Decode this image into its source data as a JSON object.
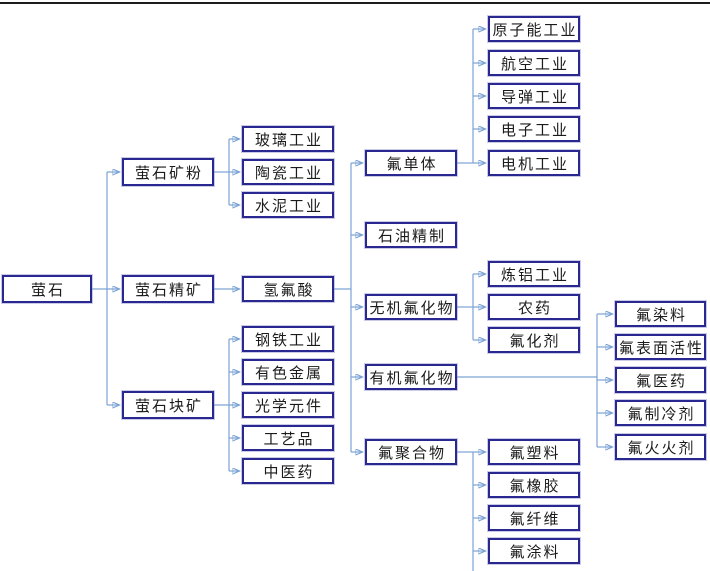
{
  "diagram_title": "fluorite-industry-chain-flowchart",
  "colors": {
    "box_border": "#282890",
    "connector_line": "#7ba3d4",
    "arrowhead": "#4f86c6",
    "top_rule": "#1c1c1c",
    "background": "#ffffff",
    "text": "#1b1b1b"
  },
  "tree": {
    "root": {
      "label": "萤石"
    },
    "branches": [
      {
        "label": "萤石矿粉",
        "children": [
          {
            "label": "玻璃工业"
          },
          {
            "label": "陶瓷工业"
          },
          {
            "label": "水泥工业"
          }
        ]
      },
      {
        "label": "萤石精矿",
        "children": [
          {
            "label": "氢氟酸",
            "children": [
              {
                "label": "氟单体",
                "children": [
                  {
                    "label": "原子能工业"
                  },
                  {
                    "label": "航空工业"
                  },
                  {
                    "label": "导弹工业"
                  },
                  {
                    "label": "电子工业"
                  },
                  {
                    "label": "电机工业"
                  }
                ]
              },
              {
                "label": "石油精制"
              },
              {
                "label": "无机氟化物",
                "children": [
                  {
                    "label": "炼铝工业"
                  },
                  {
                    "label": "农药"
                  },
                  {
                    "label": "氟化剂"
                  }
                ]
              },
              {
                "label": "有机氟化物",
                "children": [
                  {
                    "label": "氟染料"
                  },
                  {
                    "label": "氟表面活性"
                  },
                  {
                    "label": "氟医药"
                  },
                  {
                    "label": "氟制冷剂"
                  },
                  {
                    "label": "氟火火剂"
                  }
                ]
              },
              {
                "label": "氟聚合物",
                "children": [
                  {
                    "label": "氟塑料"
                  },
                  {
                    "label": "氟橡胶"
                  },
                  {
                    "label": "氟纤维"
                  },
                  {
                    "label": "氟涂料"
                  }
                ]
              }
            ]
          }
        ]
      },
      {
        "label": "萤石块矿",
        "children": [
          {
            "label": "钢铁工业"
          },
          {
            "label": "有色金属"
          },
          {
            "label": "光学元件"
          },
          {
            "label": "工艺品"
          },
          {
            "label": "中医药"
          }
        ]
      }
    ]
  }
}
